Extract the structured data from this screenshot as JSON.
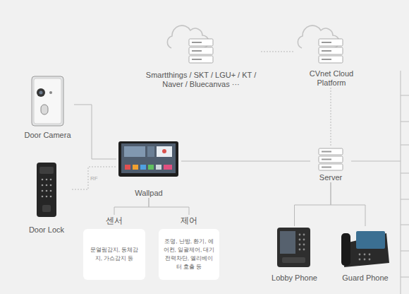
{
  "diagram": {
    "nodes": [
      {
        "text": [
          "Smartthings / SKT / LGU+ / KT / Naver / Bluecanvas ···"
        ]
      },
      {
        "text": [
          "CVnet Cloud Platform"
        ]
      },
      {
        "text": [
          "Door Camera"
        ]
      },
      {
        "text": [
          "Door Lock"
        ]
      },
      {
        "text": [
          "Wallpad"
        ]
      },
      {
        "text": [
          "센서",
          "문열림감지, 동체감지, 가스감지 등"
        ]
      },
      {
        "text": [
          "제어",
          "조명, 난방, 환기, 에어컨, 일괄제어, 대기전력차단, 엘리베이터 호출 등"
        ]
      },
      {
        "text": [
          "Server"
        ]
      },
      {
        "text": [
          "Lobby Phone"
        ]
      },
      {
        "text": [
          "Guard Phone"
        ]
      }
    ],
    "edges": [
      {
        "from": 0,
        "to": 1,
        "arrow": "none"
      },
      {
        "from": 1,
        "to": 7,
        "arrow": "none"
      },
      {
        "from": 2,
        "to": 4,
        "arrow": "none"
      },
      {
        "from": 3,
        "to": 4,
        "label": "RF",
        "arrow": "none"
      },
      {
        "from": 4,
        "to": 5,
        "arrow": "none"
      },
      {
        "from": 4,
        "to": 6,
        "arrow": "none"
      },
      {
        "from": 4,
        "to": 7,
        "arrow": "none"
      },
      {
        "from": 7,
        "to": 8,
        "arrow": "none"
      },
      {
        "from": 7,
        "to": 9,
        "arrow": "none"
      }
    ]
  }
}
